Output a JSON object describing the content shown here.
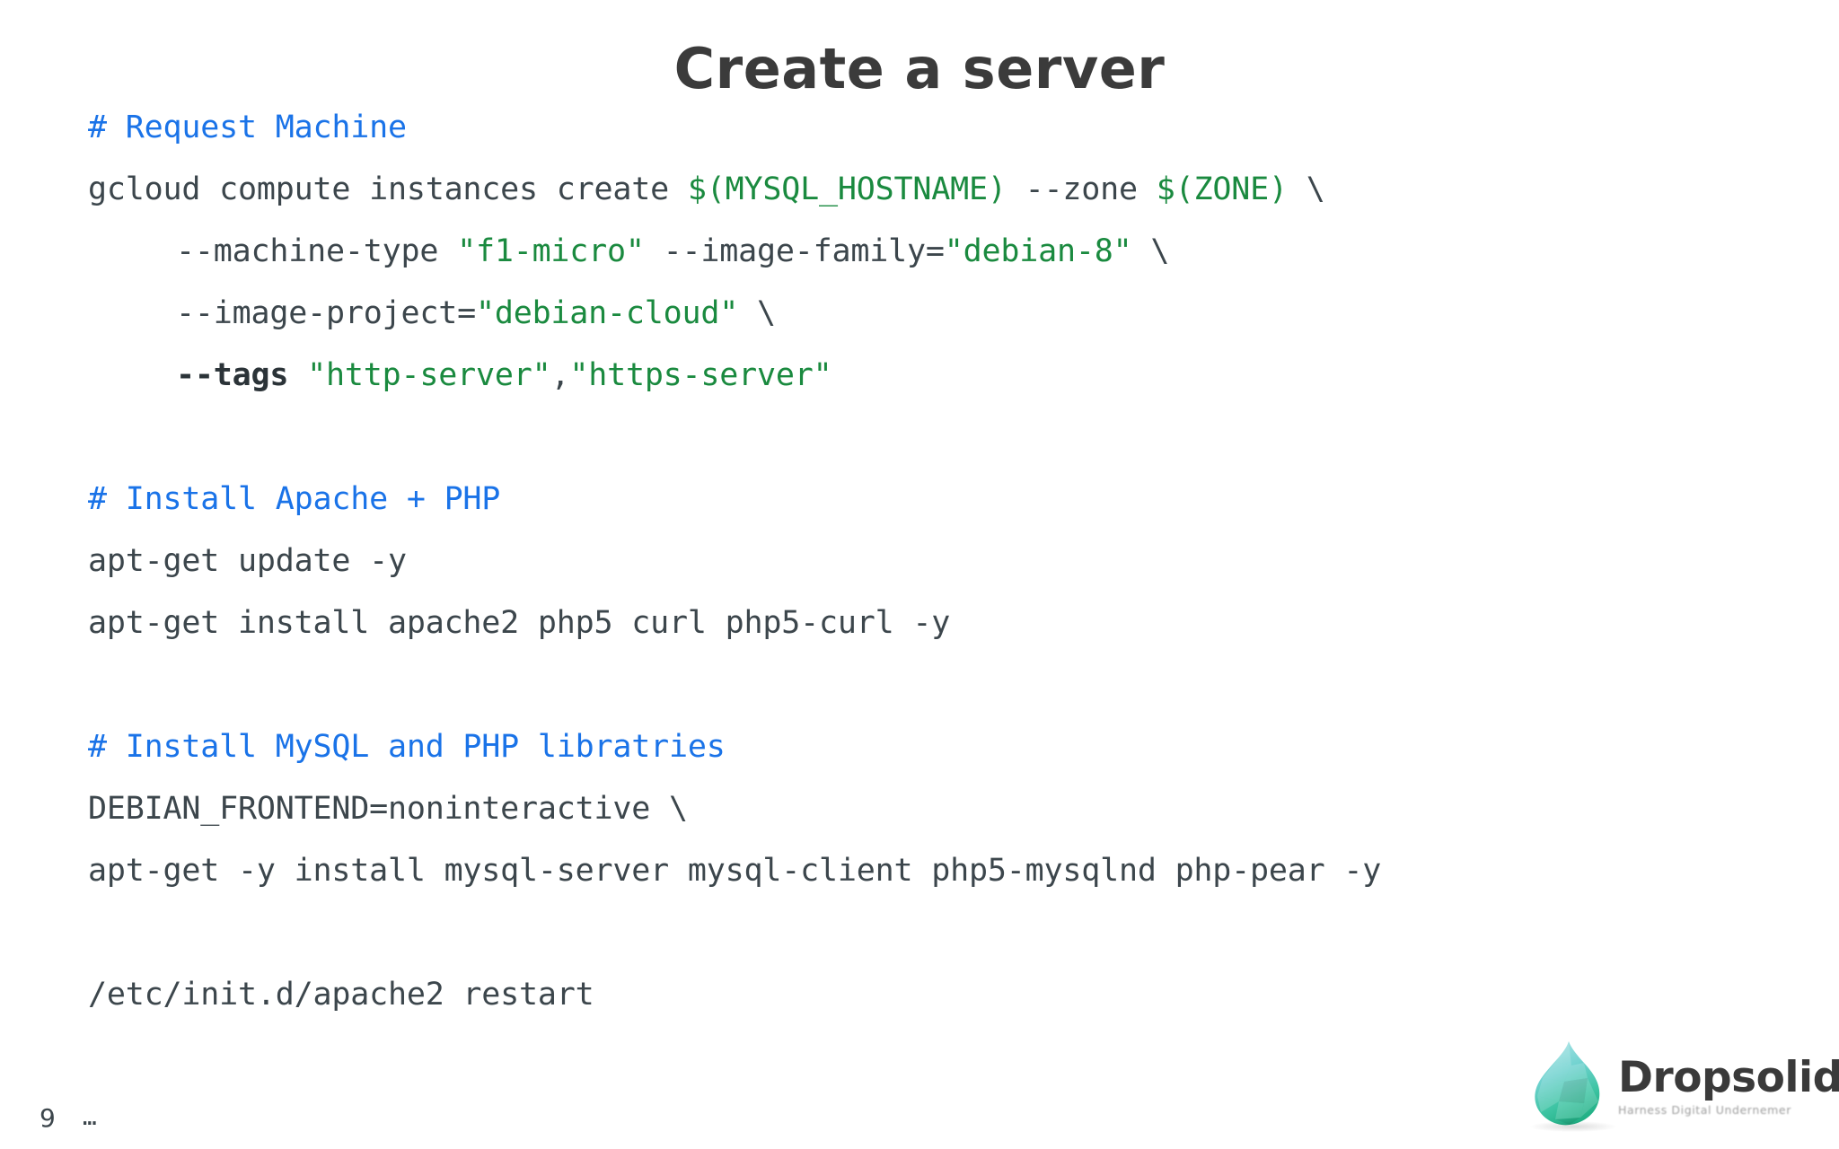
{
  "slide": {
    "title": "Create a server",
    "page_number": "9",
    "continuation_marker": "…"
  },
  "colors": {
    "background": "#ffffff",
    "title": "#3b3b3b",
    "code_default": "#3c464c",
    "comment": "#1a73e8",
    "string": "#1a8a3f",
    "variable": "#1a8a3f",
    "logo_word": "#3a3a3a",
    "logo_drop_top": "#7fd4d8",
    "logo_drop_bottom": "#27b588"
  },
  "code": {
    "language": "shell",
    "lines": [
      {
        "id": "l1",
        "indent": 0,
        "tokens": [
          {
            "t": "comment",
            "v": "# Request Machine"
          }
        ]
      },
      {
        "id": "l2",
        "indent": 0,
        "tokens": [
          {
            "t": "plain",
            "v": "gcloud compute instances create "
          },
          {
            "t": "var",
            "v": "$(MYSQL_HOSTNAME)"
          },
          {
            "t": "plain",
            "v": " --zone "
          },
          {
            "t": "var",
            "v": "$(ZONE)"
          },
          {
            "t": "plain",
            "v": " \\"
          }
        ]
      },
      {
        "id": "l3",
        "indent": 1,
        "tokens": [
          {
            "t": "plain",
            "v": "--machine-type "
          },
          {
            "t": "string",
            "v": "\"f1-micro\""
          },
          {
            "t": "plain",
            "v": " --image-family="
          },
          {
            "t": "string",
            "v": "\"debian-8\""
          },
          {
            "t": "plain",
            "v": " \\"
          }
        ]
      },
      {
        "id": "l4",
        "indent": 1,
        "tokens": [
          {
            "t": "plain",
            "v": "--image-project="
          },
          {
            "t": "string",
            "v": "\"debian-cloud\""
          },
          {
            "t": "plain",
            "v": " \\"
          }
        ]
      },
      {
        "id": "l5",
        "indent": 1,
        "tokens": [
          {
            "t": "bold",
            "v": "--tags"
          },
          {
            "t": "plain",
            "v": " "
          },
          {
            "t": "string",
            "v": "\"http-server\""
          },
          {
            "t": "plain",
            "v": ","
          },
          {
            "t": "string",
            "v": "\"https-server\""
          }
        ]
      },
      {
        "id": "l6",
        "indent": 0,
        "tokens": []
      },
      {
        "id": "l7",
        "indent": 0,
        "tokens": [
          {
            "t": "comment",
            "v": "# Install Apache + PHP"
          }
        ]
      },
      {
        "id": "l8",
        "indent": 0,
        "tokens": [
          {
            "t": "plain",
            "v": "apt-get update -y"
          }
        ]
      },
      {
        "id": "l9",
        "indent": 0,
        "tokens": [
          {
            "t": "plain",
            "v": "apt-get install apache2 php5 curl php5-curl -y"
          }
        ]
      },
      {
        "id": "l10",
        "indent": 0,
        "tokens": []
      },
      {
        "id": "l11",
        "indent": 0,
        "tokens": [
          {
            "t": "comment",
            "v": "# Install MySQL and PHP libratries"
          }
        ]
      },
      {
        "id": "l12",
        "indent": 0,
        "tokens": [
          {
            "t": "plain",
            "v": "DEBIAN_FRONTEND=noninteractive \\"
          }
        ]
      },
      {
        "id": "l13",
        "indent": 0,
        "tokens": [
          {
            "t": "plain",
            "v": "apt-get -y install mysql-server mysql-client php5-mysqlnd php-pear -y"
          }
        ]
      },
      {
        "id": "l14",
        "indent": 0,
        "tokens": []
      },
      {
        "id": "l15",
        "indent": 0,
        "tokens": [
          {
            "t": "plain",
            "v": "/etc/init.d/apache2 restart"
          }
        ]
      }
    ]
  },
  "logo": {
    "wordmark": "Dropsolid",
    "tagline": "Harness Digital Undernemer"
  }
}
